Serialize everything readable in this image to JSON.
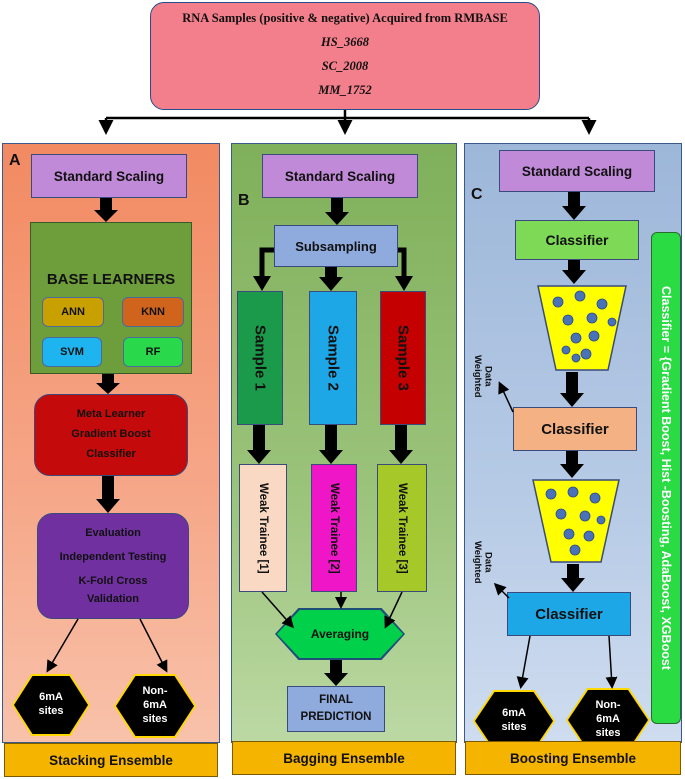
{
  "source": {
    "title": "RNA Samples (positive & negative) Acquired from RMBASE",
    "datasets": [
      "HS_3668",
      "SC_2008",
      "MM_1752"
    ]
  },
  "stacking": {
    "letter": "A",
    "scaling": "Standard Scaling",
    "base_title": "BASE LEARNERS",
    "learners": [
      "ANN",
      "KNN",
      "SVM",
      "RF"
    ],
    "meta": [
      "Meta Learner",
      "Gradient Boost",
      "Classifier"
    ],
    "evaluation": [
      "Evaluation",
      "Independent Testing",
      "K-Fold Cross",
      "Validation"
    ],
    "output_pos": [
      "6mA",
      "sites"
    ],
    "output_neg": [
      "Non-",
      "6mA",
      "sites"
    ],
    "footer": "Stacking Ensemble"
  },
  "bagging": {
    "letter": "B",
    "scaling": "Standard Scaling",
    "subsampling": "Subsampling",
    "samples": [
      "Sample 1",
      "Sample 2",
      "Sample 3"
    ],
    "trainees": [
      "Weak Trainee [1]",
      "Weak Trainee [2]",
      "Weak Trainee [3]"
    ],
    "averaging": "Averaging",
    "final": [
      "FINAL",
      "PREDICTION"
    ],
    "footer": "Bagging Ensemble"
  },
  "boosting": {
    "letter": "C",
    "scaling": "Standard Scaling",
    "classifier": "Classifier",
    "weighted": [
      "Weighted",
      "Data"
    ],
    "side_note": "Classifier = {Gradient Boost, Hist -Boosting, AdaBoost, XGBoost",
    "output_pos": [
      "6mA",
      "sites"
    ],
    "output_neg": [
      "Non-",
      "6mA",
      "sites"
    ],
    "footer": "Boosting Ensemble"
  },
  "colors": {
    "source_box": "#f47f8c",
    "stacking_panel": "#f28a62",
    "bagging_panel": "#9cc47c",
    "boosting_panel": "#b7cbe6",
    "footer": "#f5b400",
    "scaling_box": "#c08ad8",
    "sample_1": "#1a9a4a",
    "sample_2": "#1ea7e6",
    "sample_3": "#c40000",
    "trainee_1": "#f9d9c4",
    "trainee_2": "#ee16c6",
    "trainee_3": "#a6c829",
    "funnel": "#ffff00",
    "funnel_dots": "#4a72b8",
    "hexagon_output": "#000000",
    "hexagon_border": "#ffd800"
  }
}
